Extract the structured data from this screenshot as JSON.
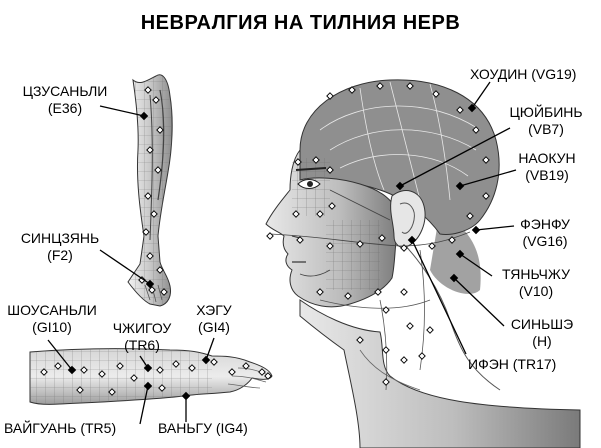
{
  "title": "НЕВРАЛГИЯ НА ТИЛНИЯ НЕРВ",
  "points": {
    "e36": {
      "name": "ЦЗУСАНЬЛИ",
      "code": "(E36)"
    },
    "f2": {
      "name": "СИНЦЗЯНЬ",
      "code": "(F2)"
    },
    "gi10": {
      "name": "ШОУСАНЬЛИ",
      "code": "(GI10)"
    },
    "tr6": {
      "name": "ЧЖИГОУ",
      "code": "(TR6)"
    },
    "gi4": {
      "name": "ХЭГУ",
      "code": "(GI4)"
    },
    "tr5": {
      "label": "ВАЙГУАНЬ (TR5)"
    },
    "ig4": {
      "label": "ВАНЬГУ (IG4)"
    },
    "vg19": {
      "label": "ХОУДИН (VG19)"
    },
    "vb7": {
      "name": "ЦЮЙБИНЬ",
      "code": "(VB7)"
    },
    "vb19": {
      "name": "НАОКУН",
      "code": "(VB19)"
    },
    "vg16": {
      "name": "ФЭНФУ",
      "code": "(VG16)"
    },
    "v10": {
      "name": "ТЯНЬЧЖУ",
      "code": "(V10)"
    },
    "h": {
      "name": "СИНЬШЭ",
      "code": "(H)"
    },
    "tr17": {
      "label": "ИФЭН (TR17)"
    }
  }
}
